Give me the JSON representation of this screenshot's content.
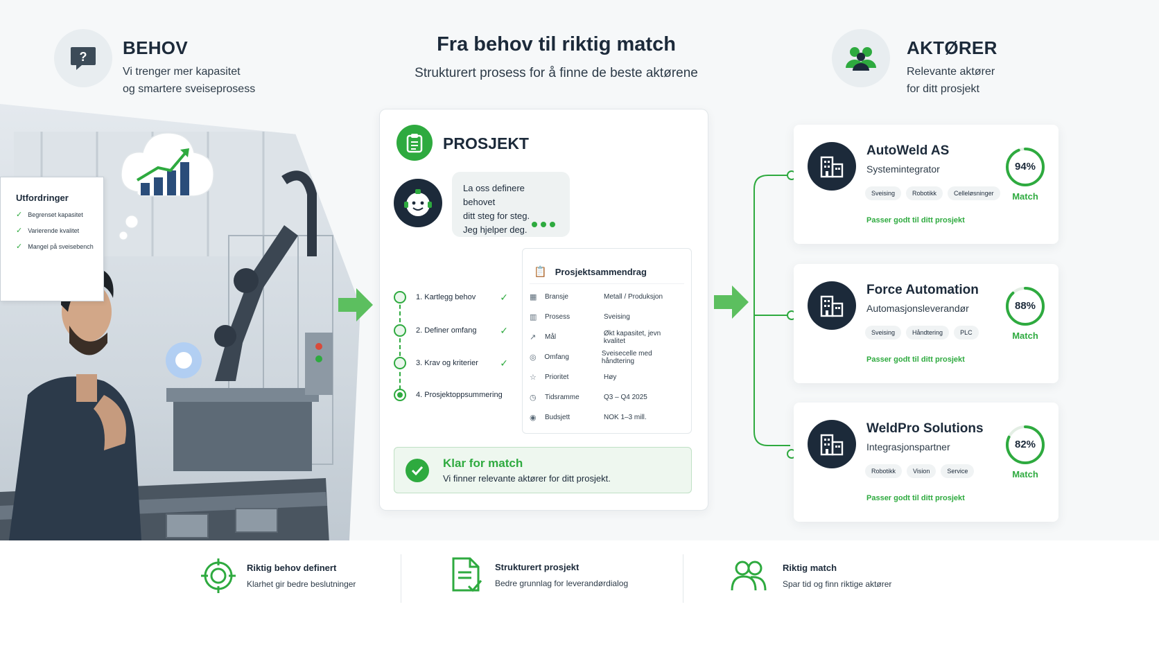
{
  "header": {
    "left": {
      "title": "BEHOV",
      "line1": "Vi trenger mer kapasitet",
      "line2": "og smartere sveiseprosess",
      "icon": "question-chat-icon"
    },
    "center": {
      "title": "Fra behov til riktig match",
      "subtitle": "Strukturert prosess for å finne de beste aktørene"
    },
    "right": {
      "title": "AKTØRER",
      "line1": "Relevante aktører",
      "line2": "for ditt prosjekt",
      "icon": "people-icon"
    }
  },
  "challenges": {
    "title": "Utfordringer",
    "items": [
      "Begrenset kapasitet",
      "Varierende kvalitet",
      "Mangel på sveisebench"
    ]
  },
  "project": {
    "title": "PROSJEKT",
    "bot_message": [
      "La oss definere behovet",
      "ditt steg for steg.",
      "Jeg hjelper deg."
    ],
    "steps": [
      {
        "label": "1. Kartlegg behov",
        "done": true
      },
      {
        "label": "2. Definer omfang",
        "done": true
      },
      {
        "label": "3. Krav og kriterier",
        "done": true
      },
      {
        "label": "4. Prosjektoppsummering",
        "done": false
      }
    ],
    "check_mark": "✓",
    "summary": {
      "title": "Prosjektsammendrag",
      "rows": [
        {
          "label": "Bransje",
          "value": "Metall / Produksjon",
          "icon": "building-icon"
        },
        {
          "label": "Prosess",
          "value": "Sveising",
          "icon": "factory-icon"
        },
        {
          "label": "Mål",
          "value": "Økt kapasitet, jevn kvalitet",
          "icon": "chart-icon"
        },
        {
          "label": "Omfang",
          "value": "Sveisecelle med håndtering",
          "icon": "target-icon"
        },
        {
          "label": "Prioritet",
          "value": "Høy",
          "icon": "star-icon"
        },
        {
          "label": "Tidsramme",
          "value": "Q3 – Q4 2025",
          "icon": "clock-icon"
        },
        {
          "label": "Budsjett",
          "value": "NOK 1–3 mill.",
          "icon": "coin-icon"
        }
      ]
    },
    "ready": {
      "title": "Klar for match",
      "text": "Vi finner relevante aktører for ditt prosjekt."
    }
  },
  "actors": [
    {
      "name": "AutoWeld AS",
      "role": "Systemintegrator",
      "tags": [
        "Sveising",
        "Robotikk",
        "Celleløsninger"
      ],
      "fit": "Passer godt til ditt prosjekt",
      "percent_label": "94%",
      "percent": 94,
      "match_label": "Match"
    },
    {
      "name": "Force Automation",
      "role": "Automasjonsleverandør",
      "tags": [
        "Sveising",
        "Håndtering",
        "PLC"
      ],
      "fit": "Passer godt til ditt prosjekt",
      "percent_label": "88%",
      "percent": 88,
      "match_label": "Match"
    },
    {
      "name": "WeldPro Solutions",
      "role": "Integrasjonspartner",
      "tags": [
        "Robotikk",
        "Vision",
        "Service"
      ],
      "fit": "Passer godt til ditt prosjekt",
      "percent_label": "82%",
      "percent": 82,
      "match_label": "Match"
    }
  ],
  "footer": [
    {
      "title": "Riktig behov definert",
      "text": "Klarhet gir bedre beslutninger",
      "icon": "target-icon"
    },
    {
      "title": "Strukturert prosjekt",
      "text": "Bedre grunnlag for leverandørdialog",
      "icon": "document-check-icon"
    },
    {
      "title": "Riktig match",
      "text": "Spar tid og finn riktige aktører",
      "icon": "people-icon"
    }
  ],
  "colors": {
    "accent": "#2eaa3f",
    "dark": "#1c2a3a",
    "background": "#f6f8f9"
  }
}
